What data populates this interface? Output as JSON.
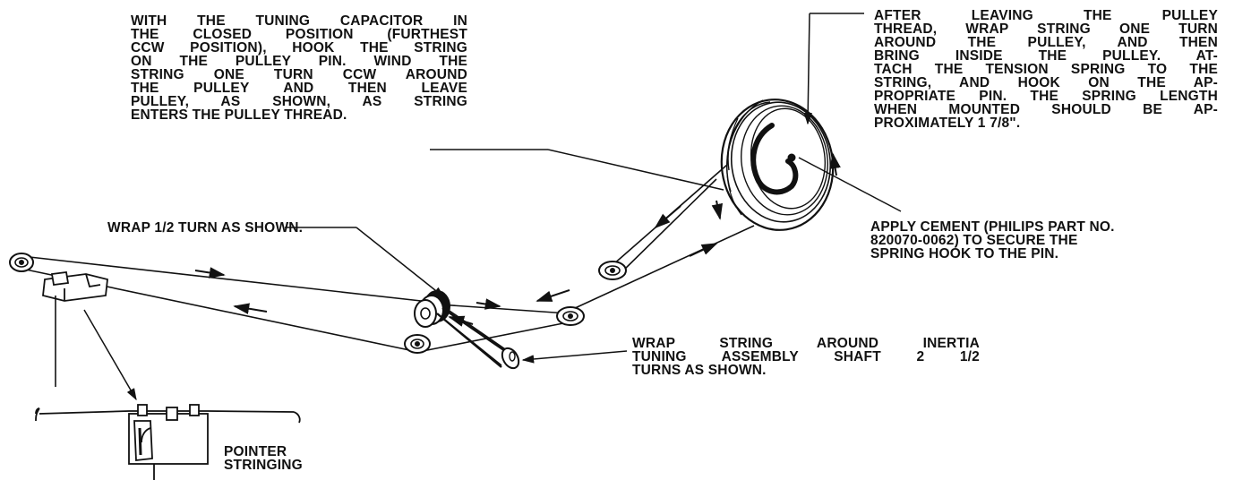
{
  "notes": {
    "capacitor": [
      "WITH THE TUNING CAPACITOR IN",
      "THE CLOSED POSITION (FURTHEST",
      "CCW POSITION), HOOK THE STRING",
      "ON THE PULLEY PIN.  WIND THE",
      "STRING ONE TURN CCW AROUND",
      "THE PULLEY AND THEN LEAVE",
      "PULLEY, AS SHOWN, AS STRING",
      "ENTERS THE PULLEY THREAD."
    ],
    "pulley": [
      "AFTER LEAVING THE PULLEY",
      "THREAD, WRAP STRING ONE TURN",
      "AROUND THE PULLEY, AND THEN",
      "BRING INSIDE THE PULLEY.  AT-",
      "TACH THE TENSION SPRING TO THE",
      "STRING, AND HOOK ON THE AP-",
      "PROPRIATE PIN. THE SPRING LENGTH",
      "WHEN MOUNTED SHOULD BE AP-",
      "PROXIMATELY 1 7/8\"."
    ],
    "wrap_half": "WRAP 1/2 TURN AS SHOWN.",
    "cement": "APPLY CEMENT (PHILIPS PART NO.\n820070-0062) TO SECURE THE\nSPRING HOOK TO THE PIN.",
    "inertia": [
      "WRAP STRING AROUND INERTIA",
      "TUNING ASSEMBLY SHAFT 2 1/2",
      "TURNS AS SHOWN."
    ],
    "pointer": "POINTER\nSTRINGING"
  },
  "colors": {
    "ink": "#111111",
    "paper": "#ffffff"
  }
}
